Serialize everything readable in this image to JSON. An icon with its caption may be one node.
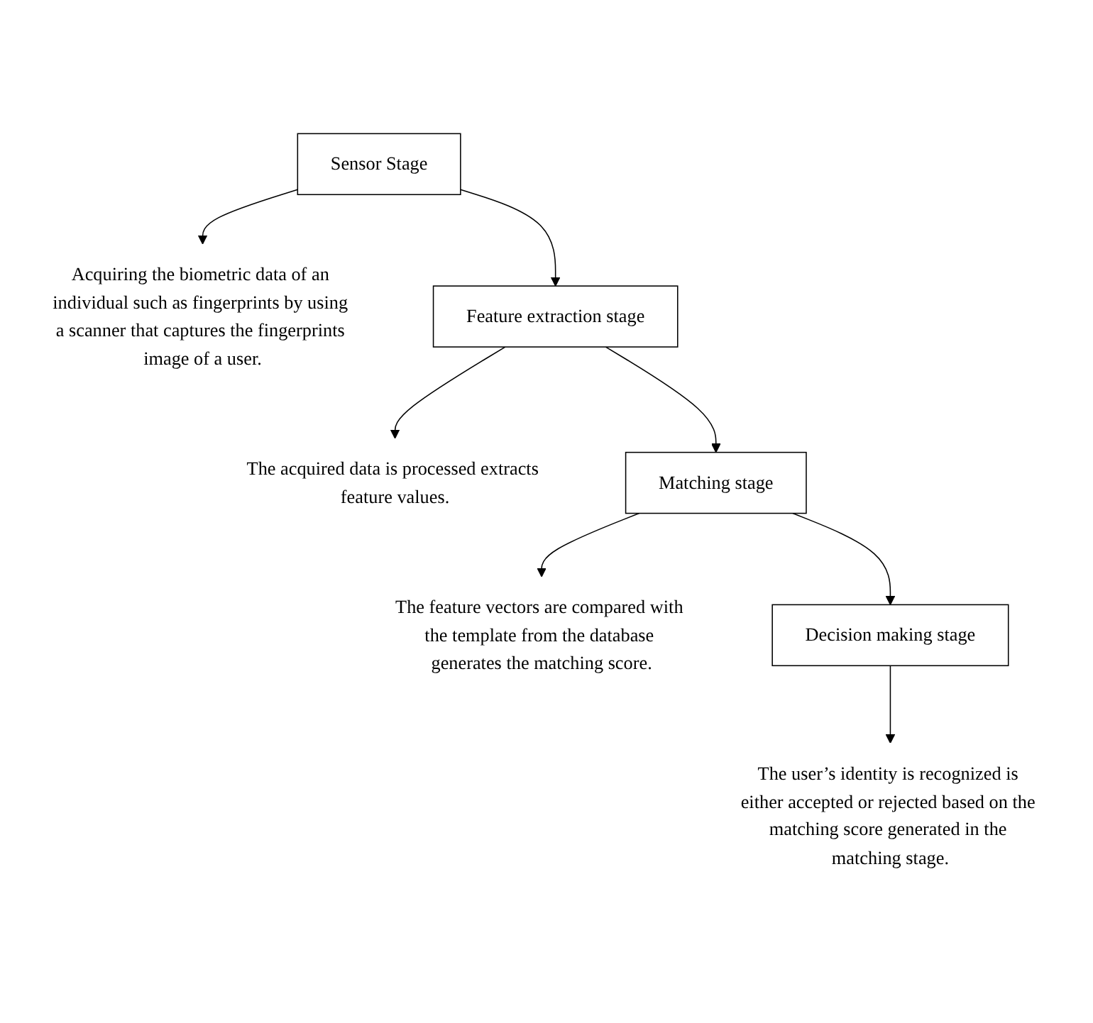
{
  "diagram": {
    "nodes": [
      {
        "text": [
          "Sensor Stage"
        ]
      },
      {
        "text": [
          "Acquiring the biometric data of an individual such as fingerprints by using a scanner that captures the fingerprints image of a user."
        ]
      },
      {
        "text": [
          "Feature extraction stage"
        ]
      },
      {
        "text": [
          "The acquired data is processed extracts feature values."
        ]
      },
      {
        "text": [
          "Matching stage"
        ]
      },
      {
        "text": [
          "The feature vectors are compared with the template from the database generates the matching score."
        ]
      },
      {
        "text": [
          "Decision making stage"
        ]
      },
      {
        "text": [
          "The user’s identity is recognized is either accepted or rejected based on the matching score generated in the matching stage."
        ]
      }
    ],
    "edges": [
      {
        "from": 0,
        "to": 1,
        "arrow": "to"
      },
      {
        "from": 0,
        "to": 2,
        "arrow": "to"
      },
      {
        "from": 2,
        "to": 3,
        "arrow": "to"
      },
      {
        "from": 2,
        "to": 4,
        "arrow": "to"
      },
      {
        "from": 4,
        "to": 5,
        "arrow": "to"
      },
      {
        "from": 4,
        "to": 6,
        "arrow": "to"
      },
      {
        "from": 6,
        "to": 7,
        "arrow": "to"
      }
    ]
  }
}
